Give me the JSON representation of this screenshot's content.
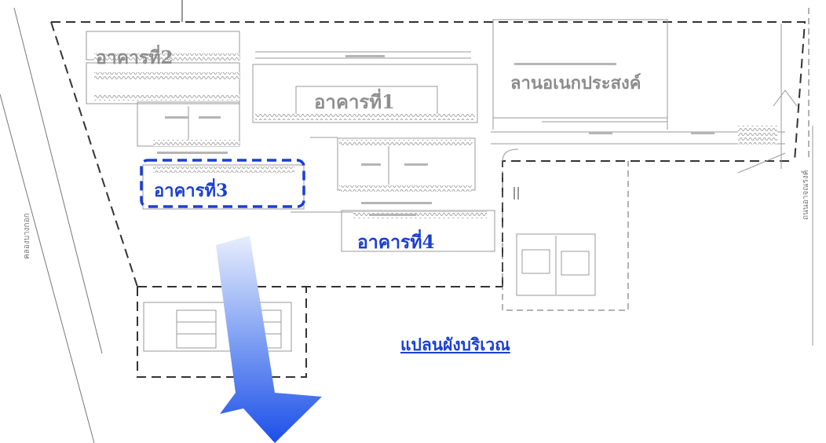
{
  "map": {
    "buildings": [
      {
        "id": "b1",
        "label": "อาคารที่1",
        "color": "#8e8e8e",
        "highlighted": false
      },
      {
        "id": "b2",
        "label": "อาคารที่2",
        "color": "#8e8e8e",
        "highlighted": false
      },
      {
        "id": "b3",
        "label": "อาคารที่3",
        "color": "#1a3fd0",
        "highlighted": true
      },
      {
        "id": "b4",
        "label": "อาคารที่4",
        "color": "#1a3fd0",
        "highlighted": false
      }
    ],
    "open_area_label": "ลานอเนกประสงค์",
    "plan_title": "แปลนผังบริเวณ",
    "canal_label": "คลองบางกอก",
    "road_label": "ถนนอาจณรงค์"
  },
  "colors": {
    "accent_blue": "#1a3fd0",
    "label_gray": "#8e8e8e",
    "boundary": "#333333",
    "drawing_lines": "#9a9a9a",
    "arrow_top": "#e6eefc",
    "arrow_bottom": "#1c4fe8"
  },
  "icons": {
    "pointer_arrow": "down-arrow-icon",
    "north_arrow": "north-arrow-icon"
  }
}
